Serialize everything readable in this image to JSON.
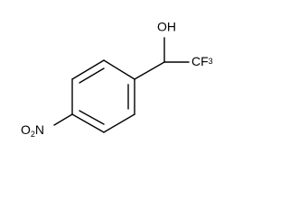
{
  "molecule": {
    "labels": {
      "hydroxyl": "OH",
      "trifluoromethyl": "CF",
      "trifluoromethyl_count": "3",
      "nitro_o": "O",
      "nitro_o_count": "2",
      "nitro_n": "N"
    }
  }
}
